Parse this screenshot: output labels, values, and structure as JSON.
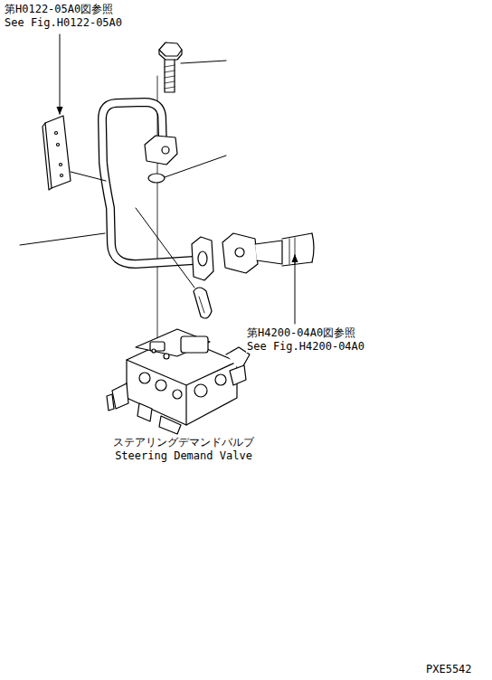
{
  "diagram": {
    "labels": [
      "第H0122-05A0図参照",
      "See Fig.H0122-05A0",
      "第H4200-04A0図参照",
      "See Fig.H4200-04A0",
      "ステアリングデマンドバルブ",
      "Steering Demand Valve",
      "PXE5542"
    ]
  }
}
